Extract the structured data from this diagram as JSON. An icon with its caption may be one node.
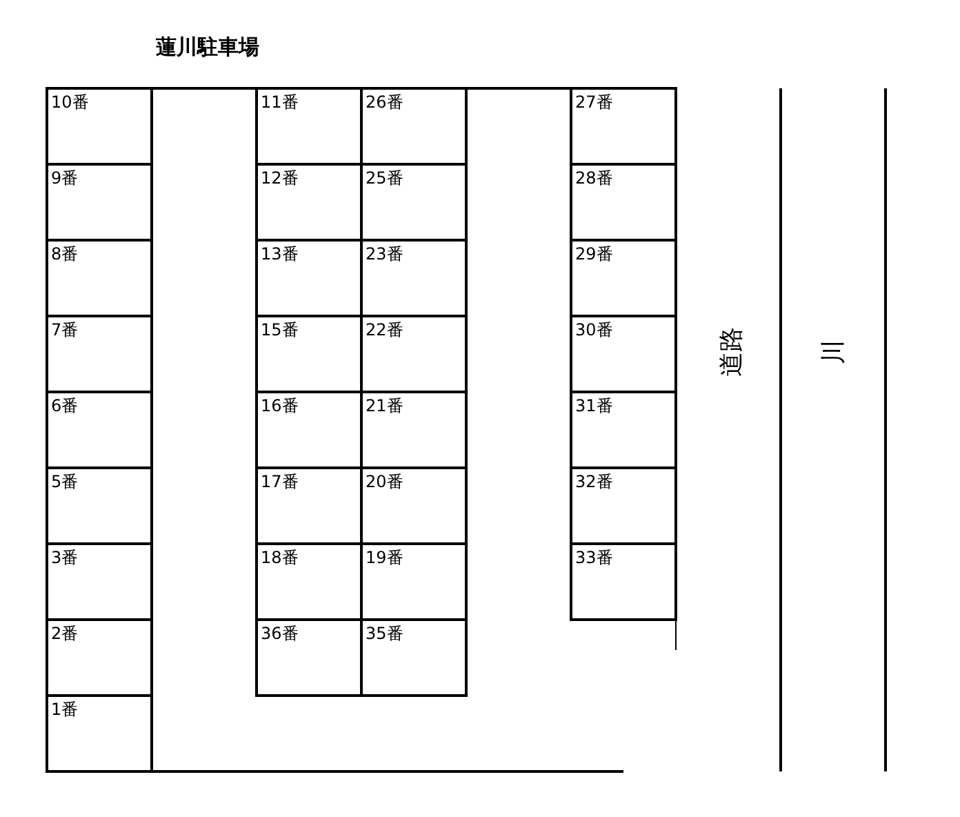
{
  "diagram": {
    "title": "蓮川駐車場",
    "nodes": [
      {
        "text": [
          "10番"
        ]
      },
      {
        "text": [
          "9番"
        ]
      },
      {
        "text": [
          "8番"
        ]
      },
      {
        "text": [
          "7番"
        ]
      },
      {
        "text": [
          "6番"
        ]
      },
      {
        "text": [
          "5番"
        ]
      },
      {
        "text": [
          "3番"
        ]
      },
      {
        "text": [
          "2番"
        ]
      },
      {
        "text": [
          "1番"
        ]
      },
      {
        "text": [
          "11番"
        ]
      },
      {
        "text": [
          "12番"
        ]
      },
      {
        "text": [
          "13番"
        ]
      },
      {
        "text": [
          "15番"
        ]
      },
      {
        "text": [
          "16番"
        ]
      },
      {
        "text": [
          "17番"
        ]
      },
      {
        "text": [
          "18番"
        ]
      },
      {
        "text": [
          "36番"
        ]
      },
      {
        "text": [
          "26番"
        ]
      },
      {
        "text": [
          "25番"
        ]
      },
      {
        "text": [
          "23番"
        ]
      },
      {
        "text": [
          "22番"
        ]
      },
      {
        "text": [
          "21番"
        ]
      },
      {
        "text": [
          "20番"
        ]
      },
      {
        "text": [
          "19番"
        ]
      },
      {
        "text": [
          "35番"
        ]
      },
      {
        "text": [
          "27番"
        ]
      },
      {
        "text": [
          "28番"
        ]
      },
      {
        "text": [
          "29番"
        ]
      },
      {
        "text": [
          "30番"
        ]
      },
      {
        "text": [
          "31番"
        ]
      },
      {
        "text": [
          "32番"
        ]
      },
      {
        "text": [
          "33番"
        ]
      }
    ],
    "edges": [],
    "labels": [
      "道路",
      "川"
    ]
  }
}
